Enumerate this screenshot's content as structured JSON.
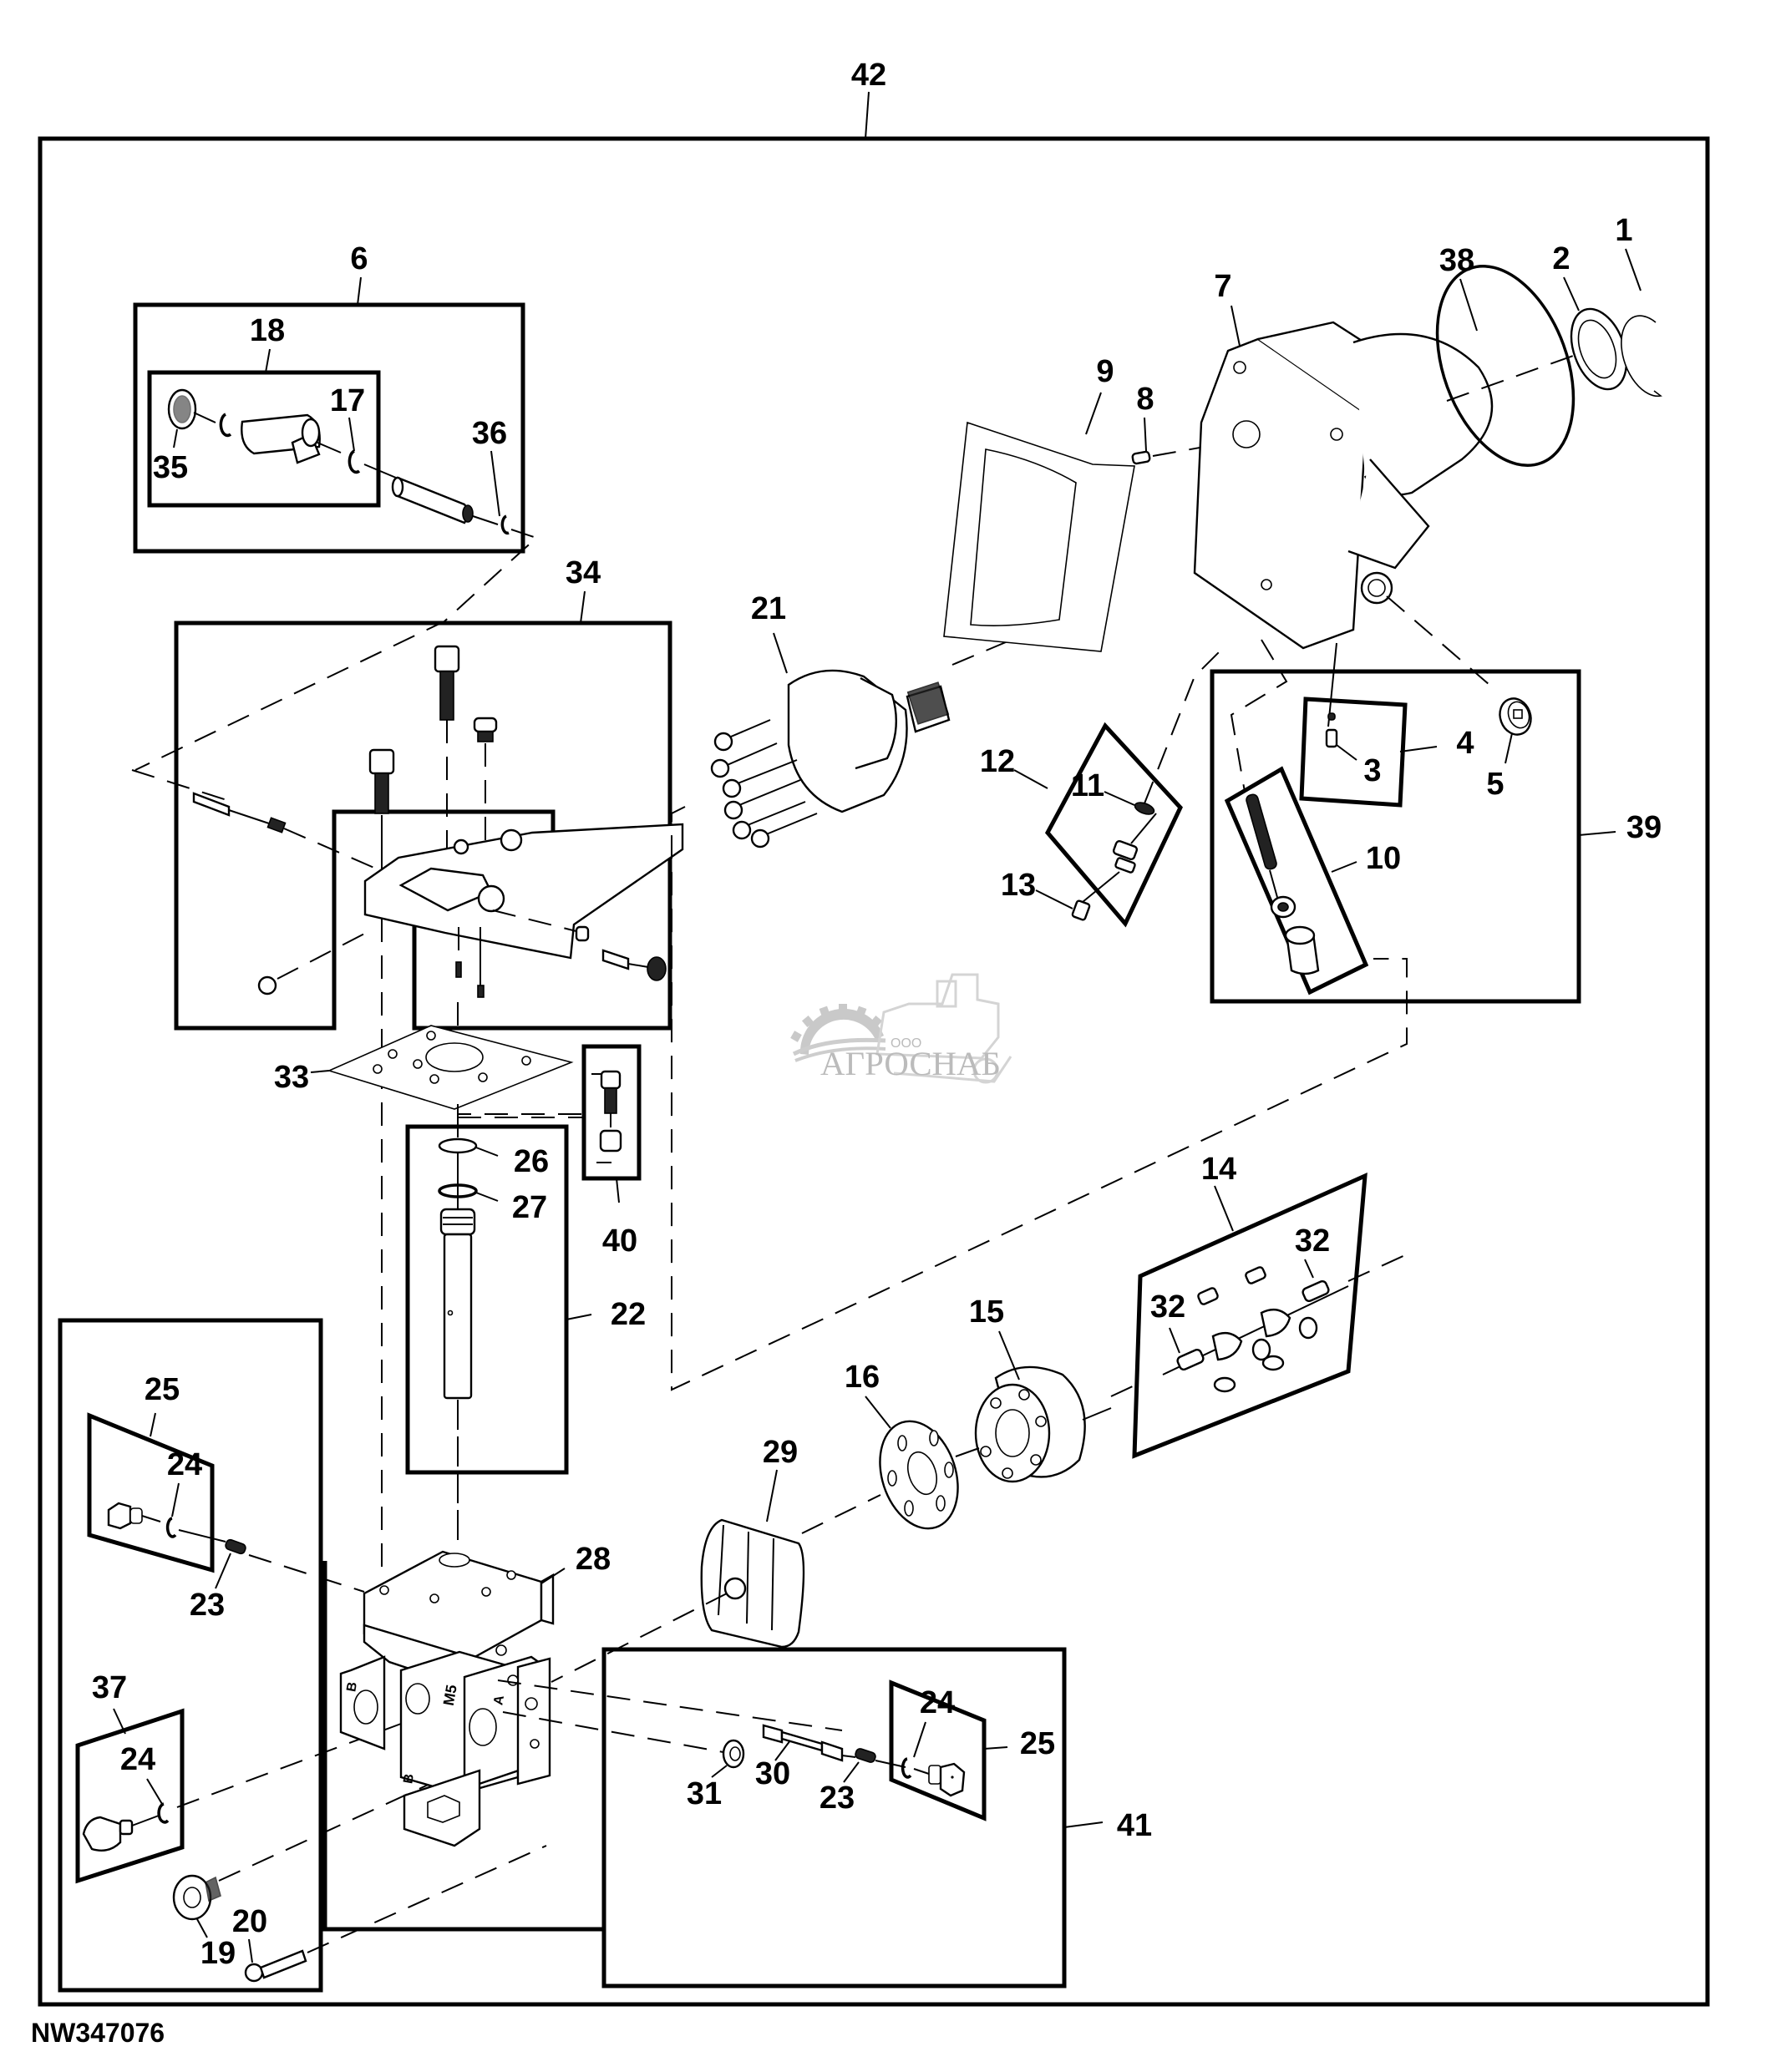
{
  "diagram": {
    "figure_id": "NW347076",
    "watermark": {
      "prefix": "ООО",
      "brand": "АГРОСНАБ"
    },
    "callouts": {
      "c42": "42",
      "c6": "6",
      "c18": "18",
      "c17": "17",
      "c36": "36",
      "c35": "35",
      "c34": "34",
      "c21": "21",
      "c7": "7",
      "c9": "9",
      "c8": "8",
      "c38": "38",
      "c2": "2",
      "c1": "1",
      "c12": "12",
      "c11": "11",
      "c13": "13",
      "c4": "4",
      "c3": "3",
      "c5": "5",
      "c39": "39",
      "c10": "10",
      "c33": "33",
      "c26": "26",
      "c27": "27",
      "c40": "40",
      "c22": "22",
      "c14": "14",
      "c32a": "32",
      "c32b": "32",
      "c15": "15",
      "c16": "16",
      "c29": "29",
      "c25a": "25",
      "c24a": "24",
      "c23a": "23",
      "c28": "28",
      "c37": "37",
      "c24b": "24",
      "c20": "20",
      "c19": "19",
      "c24c": "24",
      "c25b": "25",
      "c31": "31",
      "c30": "30",
      "c23b": "23",
      "c41": "41"
    },
    "port_markings": {
      "m5": "M5",
      "b_upper": "B",
      "a_port": "A",
      "b_lower": "B"
    }
  }
}
